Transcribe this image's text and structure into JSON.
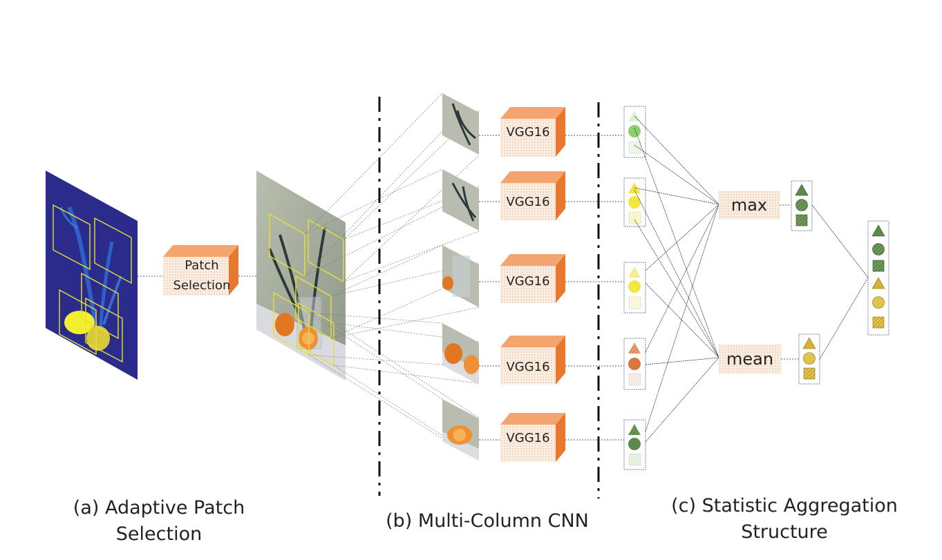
{
  "patch_selection": {
    "line1": "Patch",
    "line2": "Selection"
  },
  "columns": [
    {
      "label": "VGG16"
    },
    {
      "label": "VGG16"
    },
    {
      "label": "VGG16"
    },
    {
      "label": "VGG16"
    },
    {
      "label": "VGG16"
    }
  ],
  "aggregation": {
    "max_label": "max",
    "mean_label": "mean"
  },
  "captions": {
    "a_line1": "(a) Adaptive Patch",
    "a_line2": "Selection",
    "b": "(b) Multi-Column CNN",
    "c_line1": "(c) Statistic Aggregation",
    "c_line2": "Structure"
  },
  "colors": {
    "saliency_bg": "#2b2b8c",
    "patch_box": "#e6e03a",
    "box_front": "#fbeee0",
    "box_top": "#f4a46e",
    "box_side": "#e8782e",
    "feature_green": "#8ccf6e",
    "feature_yellow": "#f3e640",
    "feature_orange": "#d9783a",
    "feature_darkgreen": "#5c8a4a",
    "feature_gold": "#d4b23a"
  }
}
